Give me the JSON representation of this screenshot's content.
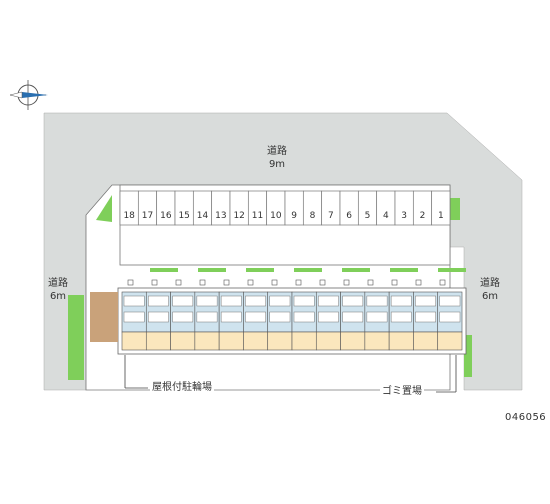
{
  "roads": {
    "north": {
      "name": "道路",
      "width": "9m"
    },
    "west": {
      "name": "道路",
      "width": "6m"
    },
    "east": {
      "name": "道路",
      "width": "6m"
    }
  },
  "parking": {
    "stalls": [
      "18",
      "17",
      "16",
      "15",
      "14",
      "13",
      "12",
      "11",
      "10",
      "9",
      "8",
      "7",
      "6",
      "5",
      "4",
      "3",
      "2",
      "1"
    ]
  },
  "building": {
    "unit_count": 14,
    "bicycle_parking_label": "屋根付駐輪場",
    "garbage_label": "ゴミ置場"
  },
  "property_ref": "046056",
  "colors": {
    "road": "#d9dcdb",
    "lot": "#ffffff",
    "green": "#7fcf5a",
    "unit_front": "#fbe7bd",
    "unit_back": "#cfe3ee",
    "brick": "#c9a27a",
    "line": "#666666"
  }
}
